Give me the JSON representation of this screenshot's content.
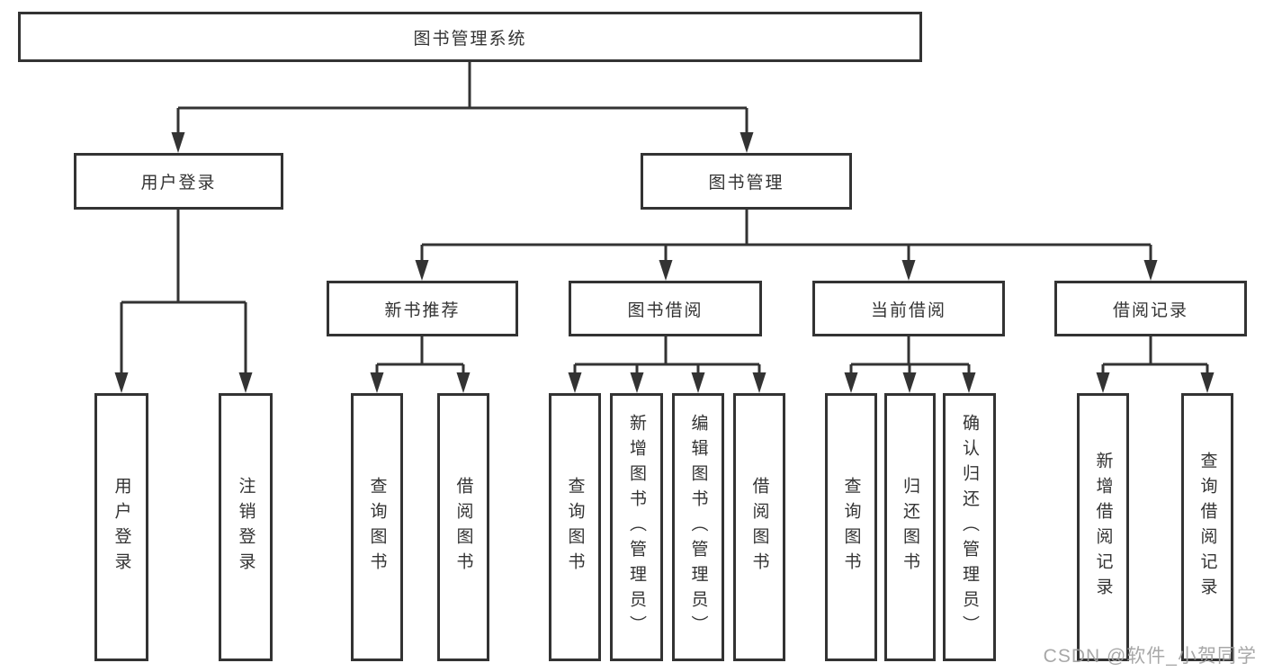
{
  "title": "图书管理系统",
  "watermark": "CSDN @软件_小贺同学",
  "colors": {
    "line": "#333333",
    "box_background": "#ffffff",
    "box_border": "#333333",
    "text": "#333333",
    "watermark_color": "#9e9e9e"
  },
  "tree": {
    "root": "图书管理系统",
    "children": [
      {
        "label": "用户登录",
        "children": [
          "用户登录",
          "注销登录"
        ]
      },
      {
        "label": "图书管理",
        "children": [
          {
            "label": "新书推荐",
            "children": [
              "查询图书",
              "借阅图书"
            ]
          },
          {
            "label": "图书借阅",
            "children": [
              "查询图书",
              "新增图书（管理员）",
              "编辑图书（管理员）",
              "借阅图书"
            ]
          },
          {
            "label": "当前借阅",
            "children": [
              "查询图书",
              "归还图书",
              "确认归还（管理员）"
            ]
          },
          {
            "label": "借阅记录",
            "children": [
              "新增借阅记录",
              "查询借阅记录"
            ]
          }
        ]
      }
    ]
  }
}
